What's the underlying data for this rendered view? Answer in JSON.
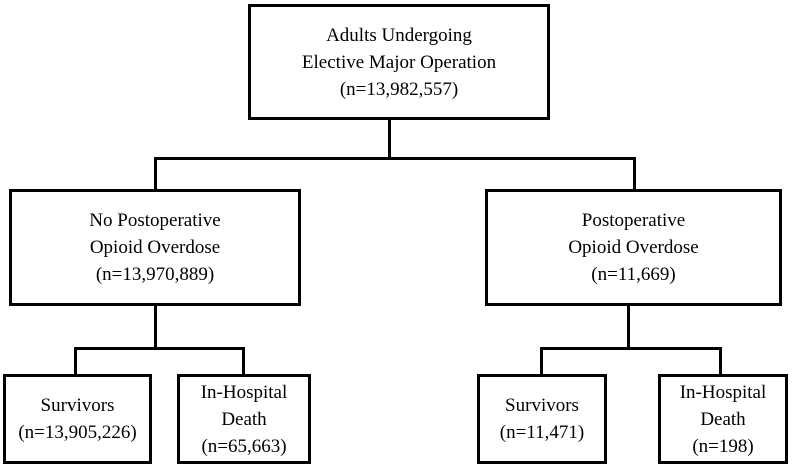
{
  "root": {
    "line1": "Adults Undergoing",
    "line2": "Elective Major Operation",
    "line3": "(n=13,982,557)"
  },
  "left": {
    "line1": "No Postoperative",
    "line2": "Opioid Overdose",
    "line3": "(n=13,970,889)",
    "survivors": {
      "line1": "Survivors",
      "line2": "(n=13,905,226)"
    },
    "death": {
      "line1": "In-Hospital",
      "line2": "Death",
      "line3": "(n=65,663)"
    }
  },
  "right": {
    "line1": "Postoperative",
    "line2": "Opioid Overdose",
    "line3": "(n=11,669)",
    "survivors": {
      "line1": "Survivors",
      "line2": "(n=11,471)"
    },
    "death": {
      "line1": "In-Hospital",
      "line2": "Death",
      "line3": "(n=198)"
    }
  }
}
